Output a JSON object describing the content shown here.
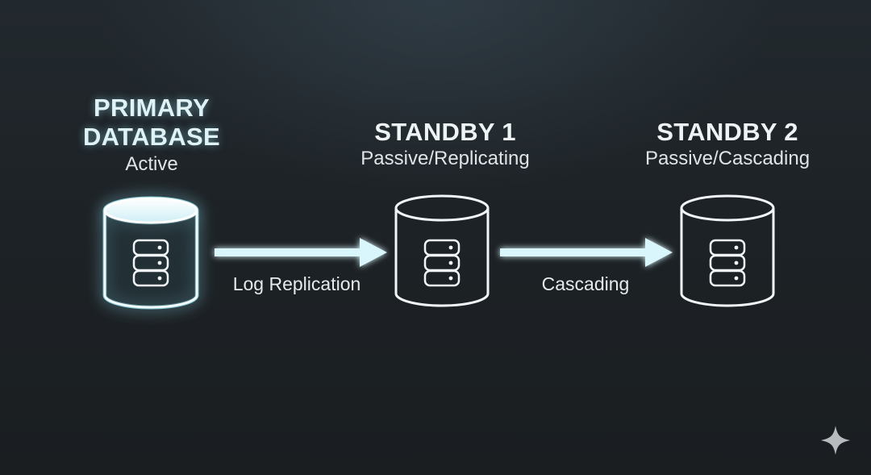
{
  "nodes": [
    {
      "id": "primary",
      "title": "PRIMARY\nDATABASE",
      "status": "Active",
      "icon": "database-icon",
      "highlighted": true
    },
    {
      "id": "standby1",
      "title": "STANDBY 1",
      "status": "Passive/Replicating",
      "icon": "database-icon",
      "highlighted": false
    },
    {
      "id": "standby2",
      "title": "STANDBY 2",
      "status": "Passive/Cascading",
      "icon": "database-icon",
      "highlighted": false
    }
  ],
  "edges": [
    {
      "from": "primary",
      "to": "standby1",
      "label": "Log Replication"
    },
    {
      "from": "standby1",
      "to": "standby2",
      "label": "Cascading"
    }
  ],
  "colors": {
    "background": "#1c2024",
    "glow": "#9fe6f3",
    "arrow": "#d8f6fb",
    "stroke": "#f2f6f8"
  },
  "watermark_icon": "sparkle-icon"
}
